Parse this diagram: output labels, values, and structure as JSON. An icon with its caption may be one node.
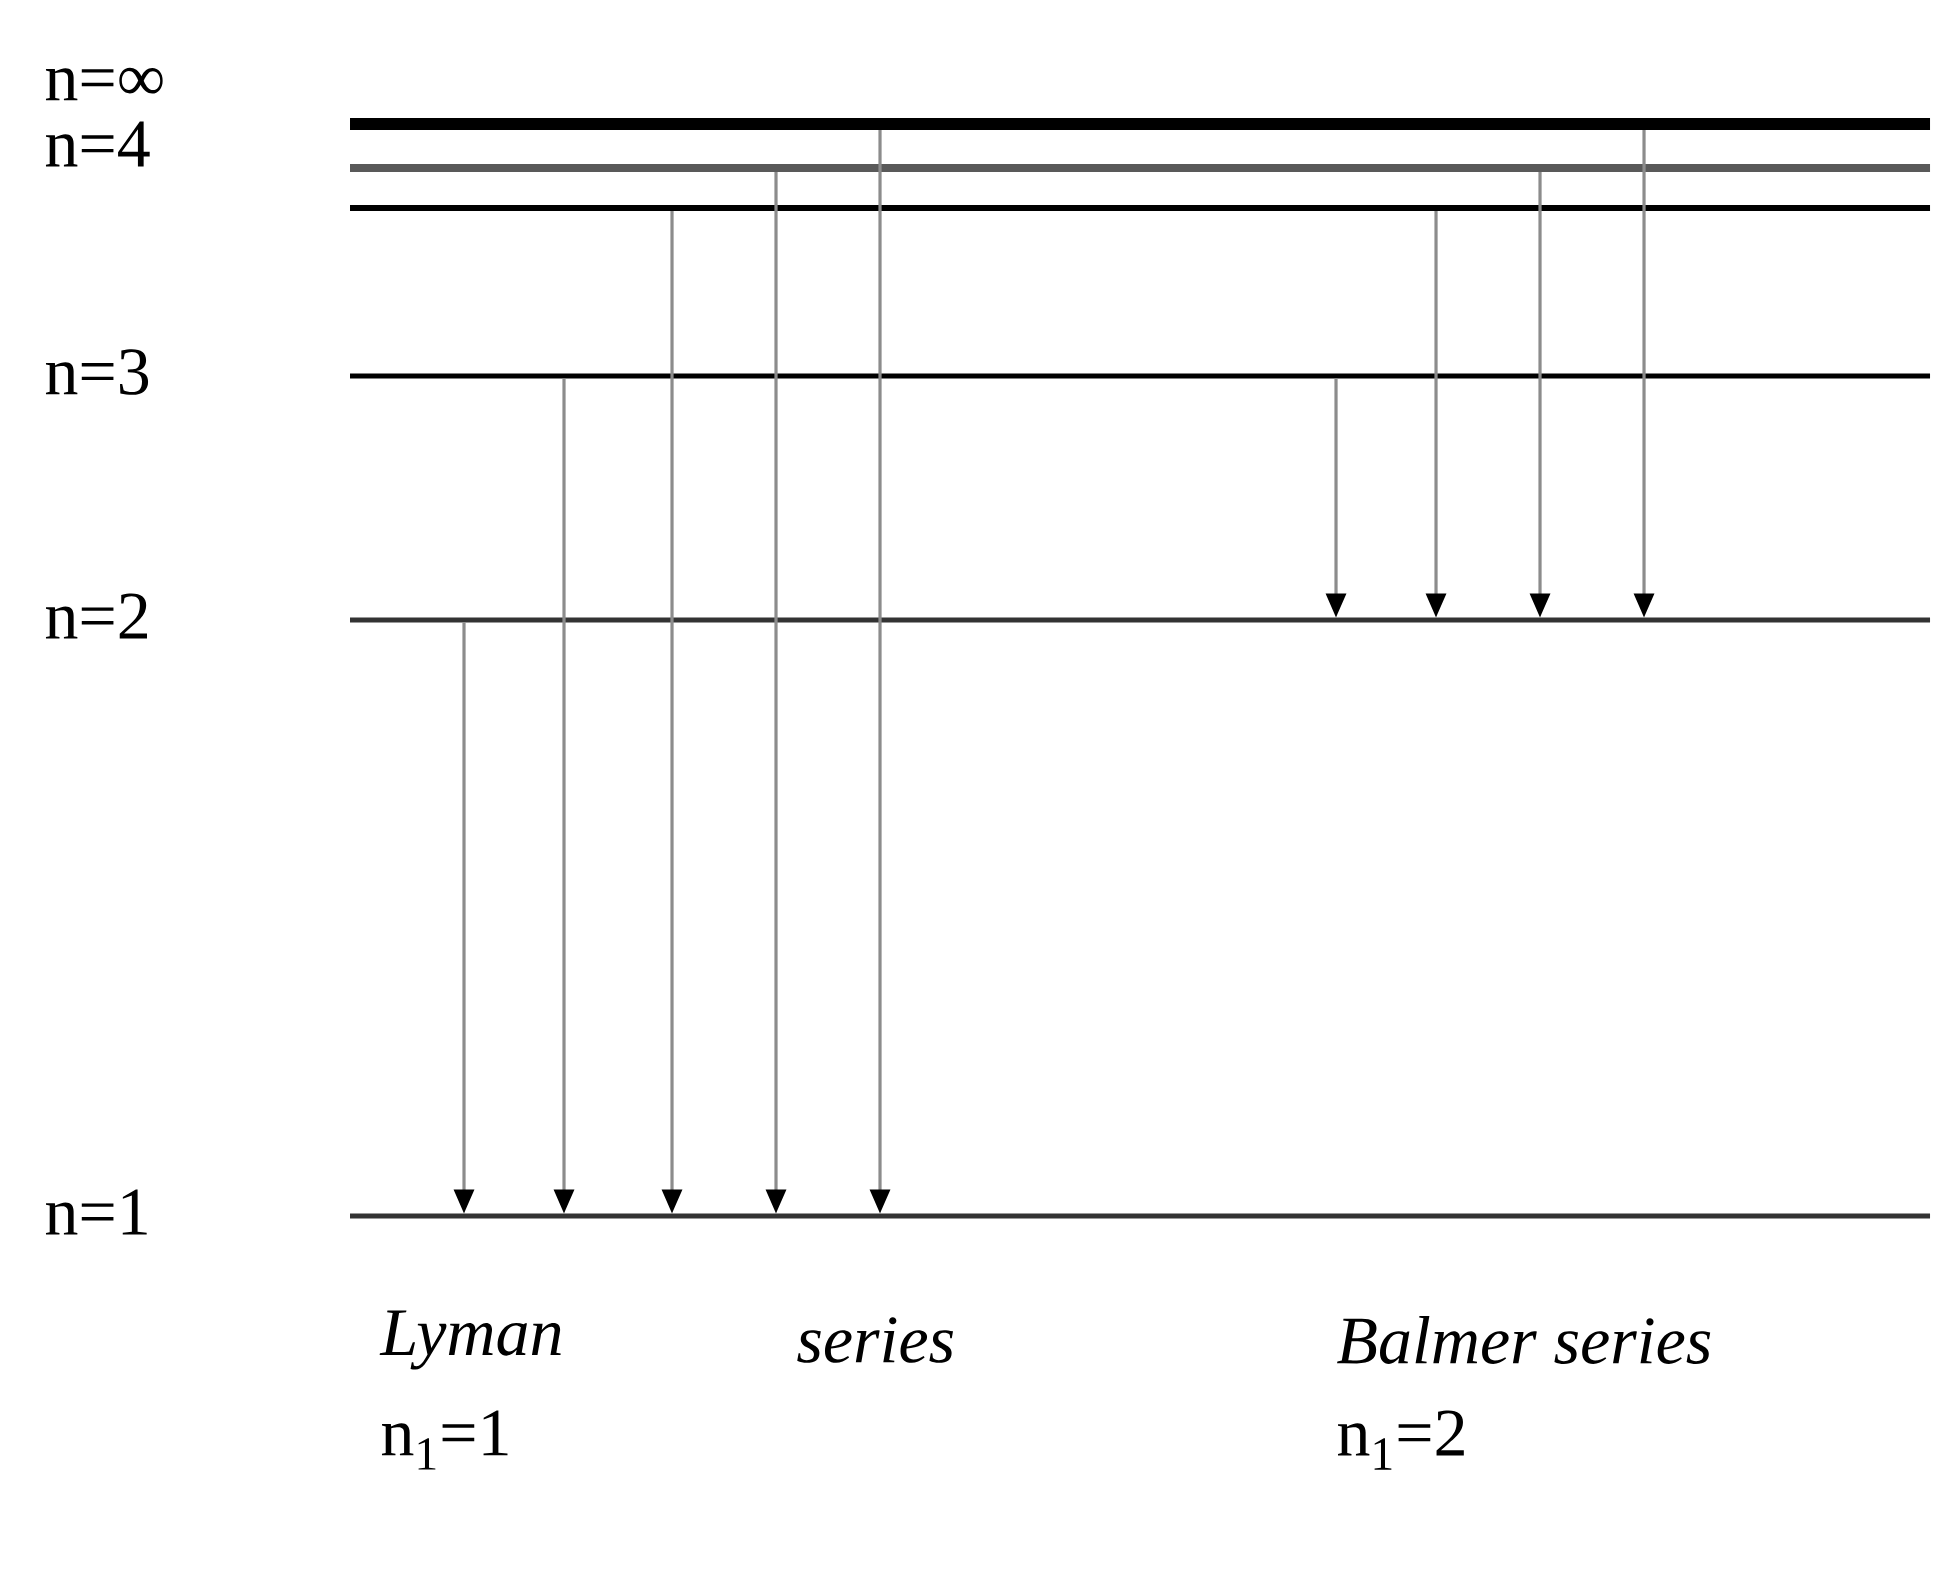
{
  "diagram": {
    "nodes": [
      {
        "text": [
          "n=∞"
        ]
      },
      {
        "text": [],
        "shape": "bar"
      },
      {
        "text": [
          "n=4"
        ]
      },
      {
        "text": [
          "n=3"
        ]
      },
      {
        "text": [
          "n=2"
        ]
      },
      {
        "text": [
          "n=1"
        ]
      }
    ],
    "edges": [
      {
        "from": 4,
        "to": 5,
        "arrow": "to"
      },
      {
        "from": 3,
        "to": 5,
        "arrow": "to"
      },
      {
        "from": 2,
        "to": 5,
        "arrow": "to"
      },
      {
        "from": 1,
        "to": 5,
        "arrow": "to"
      },
      {
        "from": 0,
        "to": 5,
        "arrow": "to"
      },
      {
        "from": 3,
        "to": 4,
        "arrow": "to"
      },
      {
        "from": 2,
        "to": 4,
        "arrow": "to"
      },
      {
        "from": 1,
        "to": 4,
        "arrow": "to"
      },
      {
        "from": 0,
        "to": 4,
        "arrow": "to"
      }
    ],
    "labels": [
      "Lyman",
      "series",
      "n$_{1}$=1",
      "Balmer series",
      "n$_{1}$=2"
    ]
  }
}
